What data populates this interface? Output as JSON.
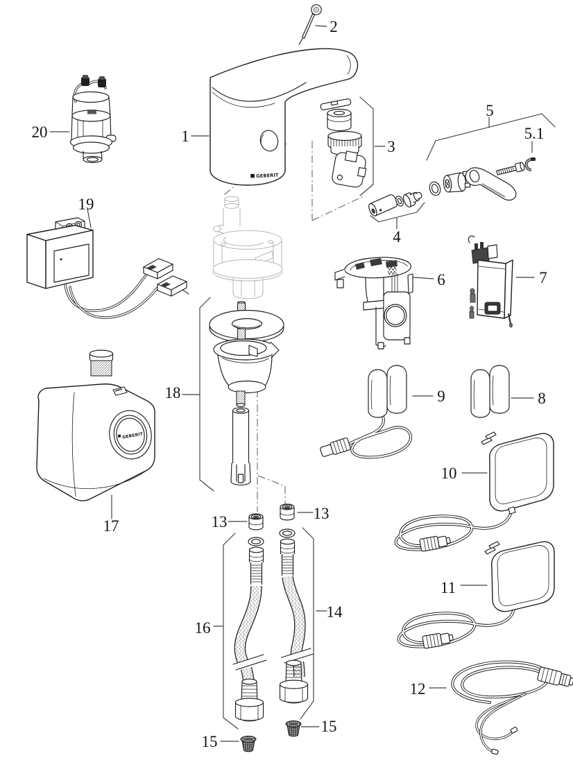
{
  "diagram": {
    "brand_label_faucet": "GEBERIT",
    "brand_label_function_box": "GEBERIT",
    "callouts": {
      "c1": "1",
      "c2": "2",
      "c3": "3",
      "c4": "4",
      "c5": "5",
      "c5_1": "5.1",
      "c6": "6",
      "c7": "7",
      "c8": "8",
      "c9": "9",
      "c10": "10",
      "c11": "11",
      "c12": "12",
      "c13a": "13",
      "c13b": "13",
      "c14": "14",
      "c15a": "15",
      "c15b": "15",
      "c16": "16",
      "c17": "17",
      "c18": "18",
      "c19": "19",
      "c20": "20"
    }
  }
}
